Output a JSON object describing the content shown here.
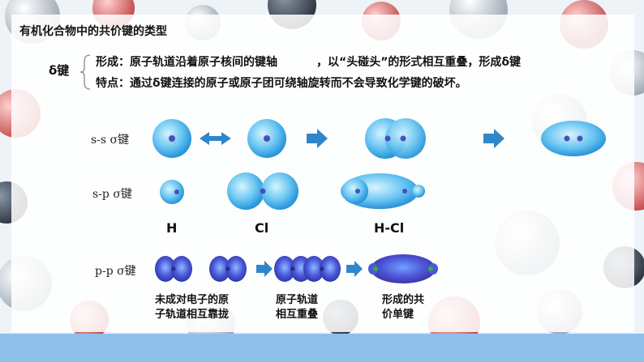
{
  "heading": "有机化合物中的共价键的类型",
  "sigma_label": "δ键",
  "formation": {
    "prefix": "形成：原子轨道沿着原子核间的键轴",
    "suffix": "，以“头碰头”的形式相互重叠，形成δ键"
  },
  "feature": "特点：通过δ键连接的原子或原子团可绕轴旋转而不会导致化学键的破坏。",
  "rows": {
    "ss": "s-s σ键",
    "sp": "s-p σ键",
    "pp": "p-p σ键"
  },
  "atoms": {
    "h": "H",
    "cl": "Cl",
    "hcl": "H-Cl"
  },
  "steps": {
    "step1": [
      "未成对电子的原",
      "子轨道相互靠拢"
    ],
    "step2": [
      "原子轨道",
      "相互重叠"
    ],
    "step3": [
      "形成的共",
      "价单键"
    ]
  },
  "colors": {
    "orbital_blue": "#2e9de0",
    "orbital_light": "#bfe8fb",
    "p_orbital": "#4a4fd0",
    "nucleus": "#4a4fb8",
    "arrow": "#2f86c8",
    "green_nucleus": "#3aa84a",
    "band": "#8fc0ec"
  }
}
